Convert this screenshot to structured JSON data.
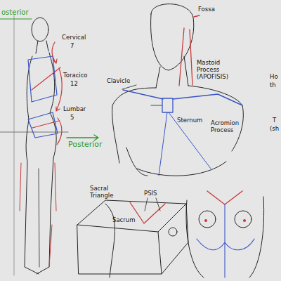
{
  "diagram": {
    "labels": [
      "osterior",
      "Cervical",
      "7",
      "Toracico",
      "12",
      "Lumbar",
      "5",
      "Posterior",
      "Fossa",
      "Mastoid Process (APOFISIS)",
      "Clavicle",
      "Acromion Process",
      "Sternum",
      "Sacral Triangle",
      "PSIS",
      "Sacrum",
      "Ho",
      "th",
      "T",
      "(sh"
    ]
  }
}
